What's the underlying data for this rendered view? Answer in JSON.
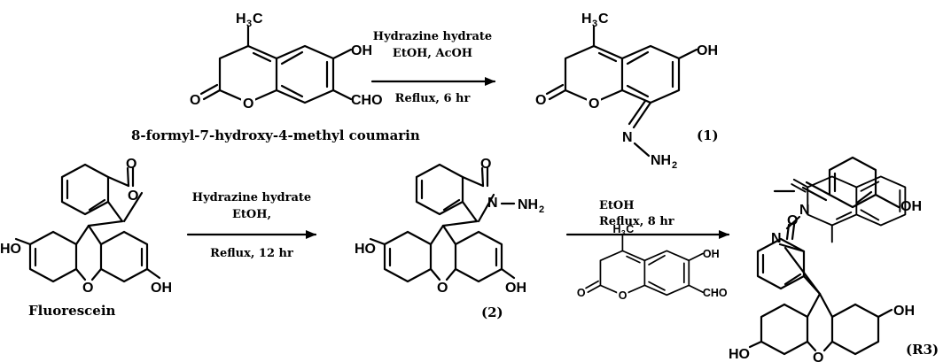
{
  "reaction1": {
    "starting_material_label": "8-formyl-7-hydroxy-4-methyl coumarin",
    "conditions_line1": "Hydrazine hydrate",
    "conditions_line2": "EtOH, AcOH",
    "conditions_line3": "Reflux, 6 hr",
    "product_label": "(1)"
  },
  "reaction2": {
    "starting_material_label": "Fluorescein",
    "conditions_line1": "Hydrazine hydrate",
    "conditions_line2": "EtOH,",
    "conditions_line3": "Reflux, 12 hr",
    "product_label": "(2)"
  },
  "reaction3": {
    "conditions_line1": "EtOH",
    "conditions_line2": "Reflux, 8 hr",
    "product_label": "(R3)"
  },
  "atoms": {
    "methyl": "H",
    "methyl_sub": "3",
    "methyl_c": "C",
    "oxygen": "O",
    "hydroxyl": "OH",
    "hydroxyl_left": "HO",
    "aldehyde": "CHO",
    "nitrogen": "N",
    "amine": "NH",
    "amine_sub": "2"
  }
}
